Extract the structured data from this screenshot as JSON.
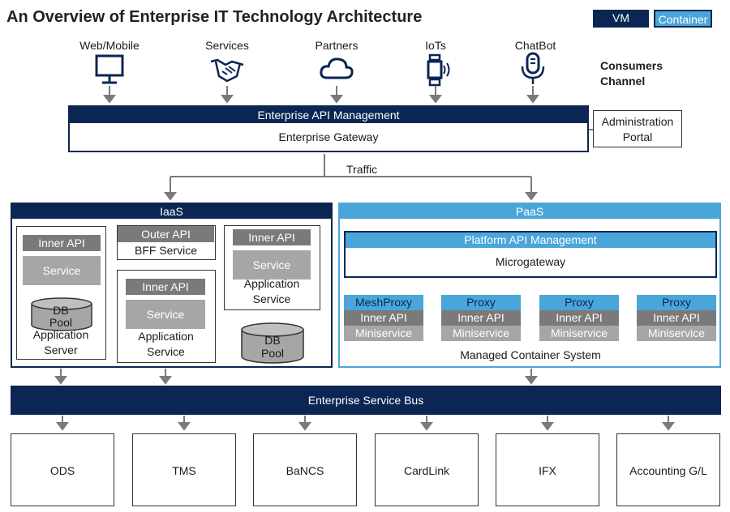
{
  "title": "An Overview of Enterprise IT Technology Architecture",
  "legend": {
    "vm": "VM",
    "container": "Container"
  },
  "consumers": [
    {
      "label": "Web/Mobile",
      "icon": "monitor-icon"
    },
    {
      "label": "Services",
      "icon": "handshake-icon"
    },
    {
      "label": "Partners",
      "icon": "cloud-icon"
    },
    {
      "label": "IoTs",
      "icon": "smartwatch-icon"
    },
    {
      "label": "ChatBot",
      "icon": "microphone-icon"
    }
  ],
  "channel": {
    "line1": "Consumers",
    "line2": "Channel"
  },
  "gateway": {
    "top": "Enterprise API Management",
    "bottom": "Enterprise Gateway"
  },
  "admin": {
    "line1": "Administration",
    "line2": "Portal"
  },
  "traffic": "Traffic",
  "iaas": {
    "header": "IaaS",
    "app_server": {
      "inner_api": "Inner API",
      "service": "Service",
      "db_line1": "DB",
      "db_line2": "Pool",
      "name_line1": "Application",
      "name_line2": "Server"
    },
    "bff": {
      "outer_api": "Outer API",
      "name": "BFF Service"
    },
    "app_service_mid": {
      "inner_api": "Inner API",
      "service": "Service",
      "name_line1": "Application",
      "name_line2": "Service"
    },
    "app_service_right": {
      "inner_api": "Inner API",
      "service": "Service",
      "name_line1": "Application",
      "name_line2": "Service"
    },
    "db_pool": {
      "line1": "DB",
      "line2": "Pool"
    }
  },
  "paas": {
    "header": "PaaS",
    "platform_api": "Platform API Management",
    "microgateway": "Microgateway",
    "containers": [
      {
        "proxy": "MeshProxy",
        "inner_api": "Inner API",
        "mini": "Miniservice"
      },
      {
        "proxy": "Proxy",
        "inner_api": "Inner API",
        "mini": "Miniservice"
      },
      {
        "proxy": "Proxy",
        "inner_api": "Inner API",
        "mini": "Miniservice"
      },
      {
        "proxy": "Proxy",
        "inner_api": "Inner API",
        "mini": "Miniservice"
      }
    ],
    "managed": "Managed Container System"
  },
  "esb": "Enterprise Service Bus",
  "systems": [
    "ODS",
    "TMS",
    "BaNCS",
    "CardLink",
    "IFX",
    "Accounting G/L"
  ],
  "colors": {
    "navy": "#0b2653",
    "blue": "#4aa6d9",
    "gray_dark": "#7a7a7a",
    "gray_light": "#a6a6a6"
  }
}
